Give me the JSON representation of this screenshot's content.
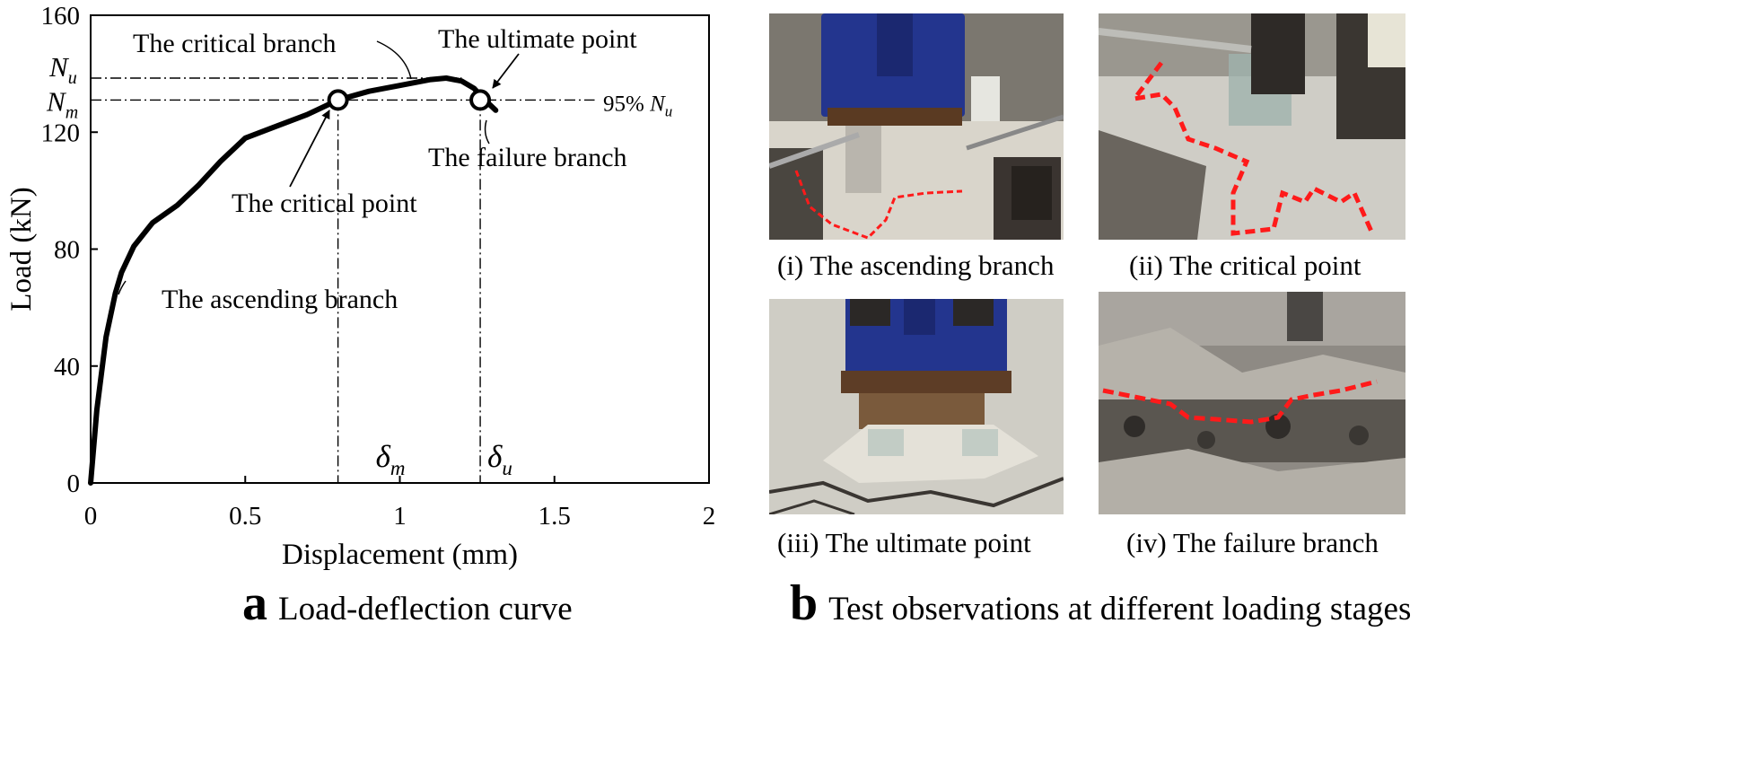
{
  "chart_data": {
    "type": "line",
    "xlabel": "Displacement (mm)",
    "ylabel": "Load (kN)",
    "xlim": [
      0,
      2
    ],
    "ylim": [
      0,
      160
    ],
    "xticks": [
      0,
      0.5,
      1,
      1.5,
      2
    ],
    "xtick_labels": [
      "0",
      "0.5",
      "1",
      "1.5",
      "2"
    ],
    "yticks": [
      0,
      40,
      80,
      120,
      160
    ],
    "ytick_labels": [
      "0",
      "40",
      "80",
      "120",
      "160"
    ],
    "grid": false,
    "series": [
      {
        "x": [
          0,
          0.02,
          0.05,
          0.08,
          0.1,
          0.14,
          0.2,
          0.28,
          0.35,
          0.42,
          0.5,
          0.6,
          0.7,
          0.8,
          0.9,
          1.0,
          1.1,
          1.15,
          1.2,
          1.24,
          1.27,
          1.29,
          1.31
        ],
        "y": [
          0,
          25,
          50,
          65,
          72,
          81,
          89,
          95,
          102,
          110,
          118,
          122,
          126,
          131,
          134,
          136,
          138,
          138.5,
          137.5,
          135,
          131.5,
          129.5,
          127.5
        ]
      }
    ],
    "points": {
      "critical": {
        "x": 0.8,
        "y": 131
      },
      "ultimate": {
        "x": 1.26,
        "y": 131
      },
      "peak_y": 138.5
    },
    "labels": {
      "Nu_letter": "N",
      "Nu_sub": "u",
      "Nm_letter": "N",
      "Nm_sub": "m",
      "pct_prefix": "95% ",
      "pct_letter": "N",
      "pct_sub": "u",
      "delta_m_letter": "δ",
      "delta_m_sub": "m",
      "delta_u_letter": "δ",
      "delta_u_sub": "u"
    },
    "annotations": {
      "critical_branch": "The critical branch",
      "ultimate_point": "The ultimate point",
      "failure_branch": "The failure branch",
      "critical_point": "The critical point",
      "ascending_branch": "The ascending branch"
    }
  },
  "panel_a": {
    "letter": "a",
    "title": "Load-deflection curve"
  },
  "panel_b": {
    "letter": "b",
    "title": "Test observations at different loading stages"
  },
  "photos": {
    "p1": {
      "caption": "(i) The ascending branch"
    },
    "p2": {
      "caption": "(ii) The critical point"
    },
    "p3": {
      "caption": "(iii) The ultimate point"
    },
    "p4": {
      "caption": "(iv) The failure branch"
    }
  },
  "colors": {
    "curve": "#000000",
    "crack_marker": "#ff1a1a",
    "steel_blue": "#23358e"
  }
}
